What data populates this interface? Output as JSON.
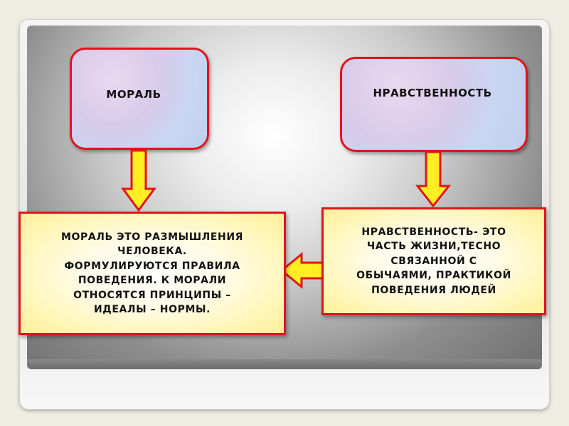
{
  "diagram": {
    "term_left": "МОРАЛЬ",
    "term_right": "НРАВСТВЕННОСТЬ",
    "definition_left": "МОРАЛЬ  ЭТО РАЗМЫШЛЕНИЯ\nЧЕЛОВЕКА.\nФОРМУЛИРУЮТСЯ  ПРАВИЛА\nПОВЕДЕНИЯ.  К МОРАЛИ\nОТНОСЯТСЯ  ПРИНЦИПЫ –\nИДЕАЛЫ – НОРМЫ.",
    "definition_right": "НРАВСТВЕННОСТЬ- ЭТО\nЧАСТЬ ЖИЗНИ,ТЕСНО\nСВЯЗАННОЙ С\nОБЫЧАЯМИ, ПРАКТИКОЙ\nПОВЕДЕНИЯ  ЛЮДЕЙ"
  },
  "colors": {
    "border": "#e0141b",
    "arrow_fill": "#ffee22",
    "arrow_stroke": "#e0141b"
  }
}
